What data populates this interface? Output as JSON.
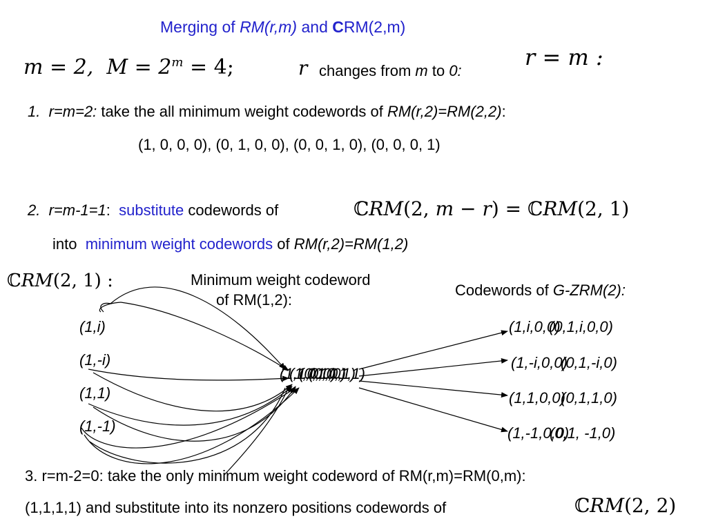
{
  "title": {
    "prefix": "Merging of ",
    "rm": "RM(r,m)",
    "and": " and ",
    "c": "C",
    "rest": "RM(2,m)"
  },
  "params": {
    "m_eq": "m = 2,",
    "M_eq": "M = 2",
    "M_exp": "m",
    "M_val": " = 4;",
    "r_var": "r",
    "changes": "changes from ",
    "changes_m": "m",
    "changes_to": " to ",
    "changes_zero": "0:",
    "r_eq_m": "r = m :"
  },
  "step1": {
    "num": "1.",
    "cond": "r=m=2:",
    "text": " take the all minimum weight codewords of ",
    "code": "RM(r,2)=RM(2,2)",
    "colon": ":",
    "codewords": "(1, 0, 0, 0), (0, 1, 0, 0), (0, 0, 1, 0), (0, 0, 0, 1)"
  },
  "step2": {
    "num": "2.",
    "cond": "r=m-1=1",
    "colon": ":",
    "substitute": "substitute",
    "text": " codewords of ",
    "formula_c1": "ℂ",
    "formula_rm1": "RM",
    "formula_args1": "(2, ",
    "formula_m": "m",
    "formula_minus": " − ",
    "formula_r": "r",
    "formula_eq": ") = ",
    "formula_c2": "ℂ",
    "formula_rm2": "RM",
    "formula_args2": "(2, 1)",
    "into": "into",
    "min_weight": "minimum weight codewords",
    "of": " of ",
    "code": "RM(r,2)=RM(1,2)"
  },
  "crm_label": {
    "c": "ℂ",
    "rm": "RM",
    "args": "(2, 1) :"
  },
  "left_codewords": [
    "(1,i)",
    "(1,-i)",
    "(1,1)",
    "(1,-1)"
  ],
  "middle_heading": [
    "Minimum weight codeword",
    "of RM(1,2):"
  ],
  "middle_overlaps": [
    "(1,1,0,0)",
    "(1,0,1,0)",
    "(0,1,0,1)",
    "(0,0,1,1)"
  ],
  "right_heading": {
    "text": "Codewords of ",
    "code": "G-ZRM(2):"
  },
  "right_codewords": [
    {
      "a": "(1,i,0,0)",
      "b": "(0,1,i,0,0)"
    },
    {
      "a": "(1,-i,0,0)",
      "b": "(0,1,-i,0)"
    },
    {
      "a": "(1,1,0,0)",
      "b": "(0,1,1,0)"
    },
    {
      "a": "(1,-1,0,0)",
      "b": "(0,1, -1,0)"
    }
  ],
  "step3": {
    "line1": "3. r=m-2=0: take the only minimum weight codeword of RM(r,m)=RM(0,m):",
    "line2": "(1,1,1,1) and substitute into its nonzero positions codewords of ",
    "formula_c": "ℂ",
    "formula_rm": "RM",
    "formula_args": "(2, 2)"
  },
  "colors": {
    "accent": "#2222cc",
    "text": "#000000"
  }
}
